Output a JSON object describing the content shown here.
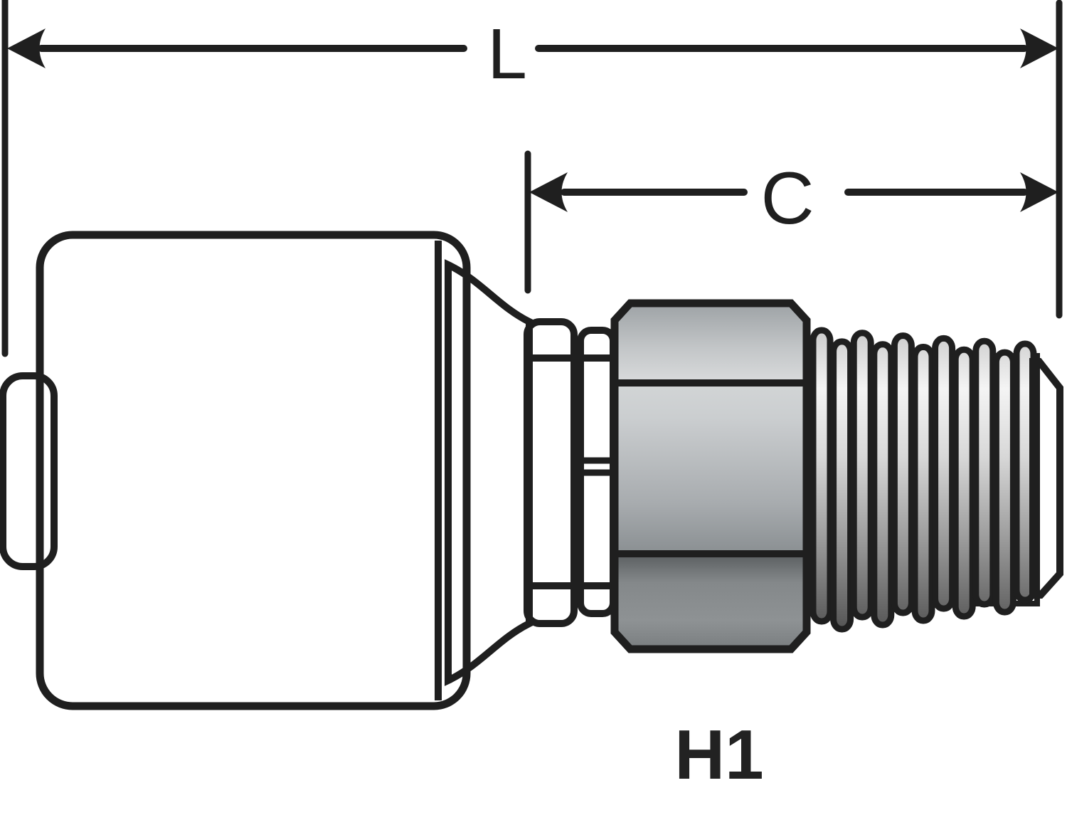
{
  "drawing": {
    "description": "side-view technical drawing of a crimp-style hydraulic hose coupling with male pipe thread end",
    "dimension_lines": [
      {
        "id": "overall-length",
        "label": "L"
      },
      {
        "id": "cutoff-length",
        "label": "C"
      }
    ],
    "part_code": "H1",
    "colors": {
      "outline": "#1f1f1f",
      "background": "#ffffff",
      "metal_highlight": "#fafafa",
      "metal_midtone": "#b5b5b5",
      "metal_shadow": "#676767"
    }
  }
}
